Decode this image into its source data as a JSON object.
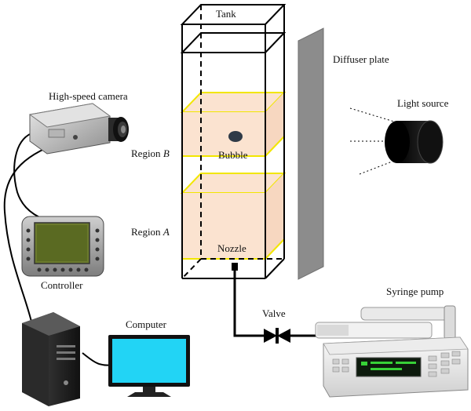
{
  "labels": {
    "tank": "Tank",
    "diffuser_plate": "Diffuser plate",
    "light_source": "Light source",
    "high_speed_camera": "High-speed camera",
    "region_b_prefix": "Region ",
    "region_b_letter": "B",
    "region_a_prefix": "Region ",
    "region_a_letter": "A",
    "bubble": "Bubble",
    "nozzle": "Nozzle",
    "controller": "Controller",
    "computer": "Computer",
    "valve": "Valve",
    "syringe_pump": "Syringe pump"
  },
  "colors": {
    "region_fill": "#fbe3d0",
    "region_edge": "#f2e600",
    "diffuser": "#8c8c8c",
    "monitor_screen": "#22d4f5",
    "controller_screen": "#6b7a2c",
    "pump_display": "#0d1a0d",
    "outline": "#000000"
  }
}
